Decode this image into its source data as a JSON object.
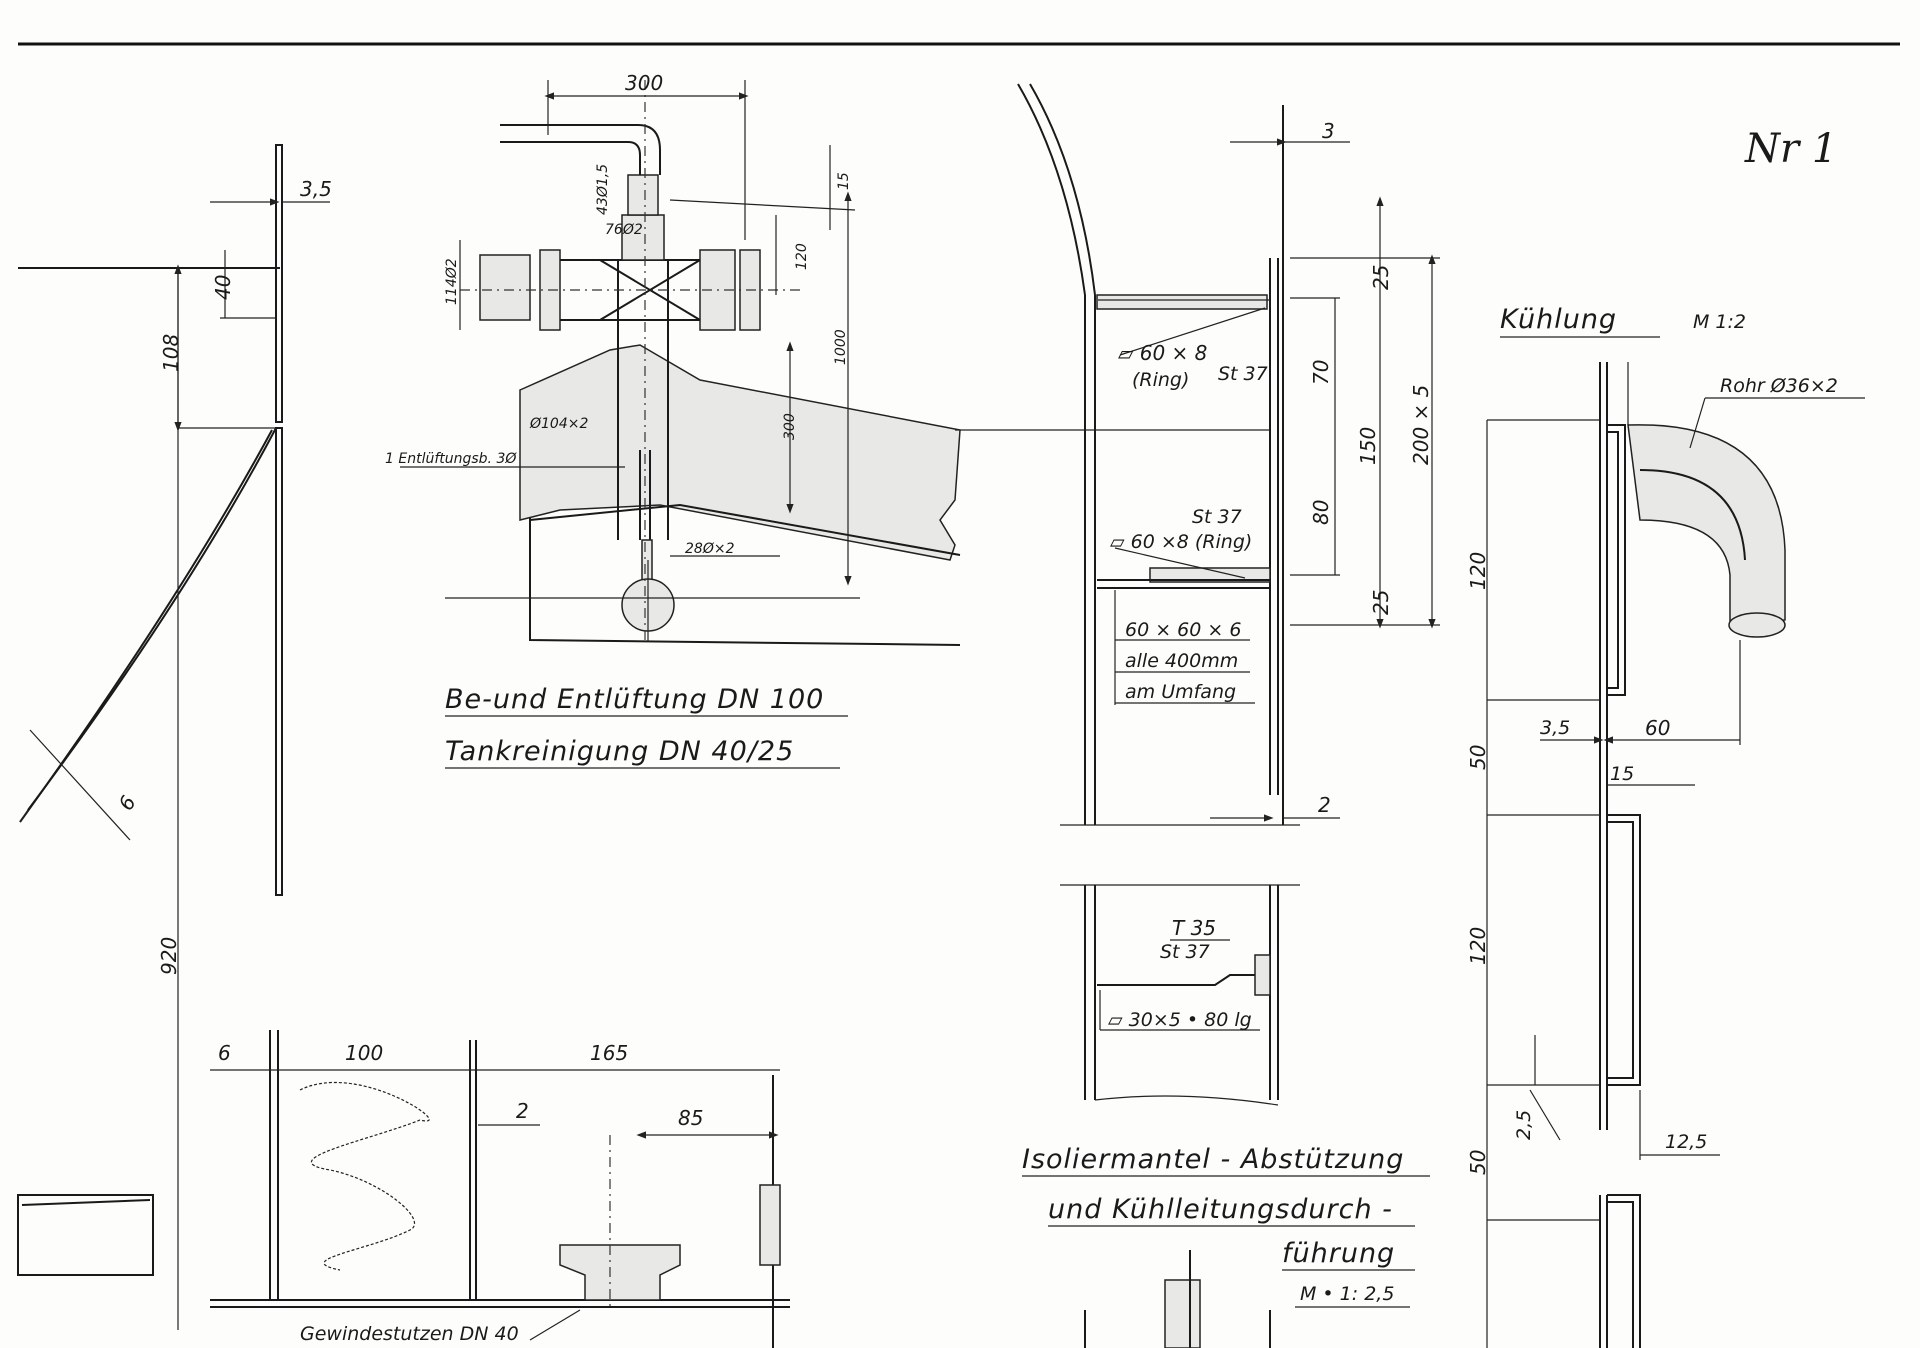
{
  "sheet": {
    "page_mark": "Nr 1"
  },
  "vent": {
    "title": "Be-und Entlüftung  DN 100",
    "subtitle": "Tankreinigung   DN 40/25",
    "dims": {
      "d300": "300",
      "d15": "15",
      "pipe43": "43Ø1,5",
      "d120": "120",
      "pipe76": "76Ø2",
      "d1000": "1000",
      "pipe114": "114Ø2",
      "d300v": "300",
      "pipe104": "Ø104×2",
      "note": "1 Entlüftungsb. 3Ø",
      "pipe28": "28Ø×2"
    }
  },
  "left_wall": {
    "d35": "3,5",
    "d40": "40",
    "d108": "108",
    "d6": "6",
    "d920": "920"
  },
  "bottom_left": {
    "d6": "6",
    "d100": "100",
    "d165": "165",
    "d2": "2",
    "d85": "85",
    "label": "Gewindestutzen DN 40"
  },
  "insulation": {
    "d3": "3",
    "d25a": "25",
    "d70": "70",
    "d150": "150",
    "d80": "80",
    "d25b": "25",
    "d200": "200 × 5",
    "ring1": "▱ 60 × 8",
    "ring1b": "(Ring)",
    "ring1c": "St 37",
    "ring2a": "St 37",
    "ring2": "▱ 60 ×8 (Ring)",
    "angle1": "60 × 60 × 6",
    "angle2": "alle 400mm",
    "angle3": "am Umfang",
    "d2": "2",
    "t35": "T 35",
    "t35b": "St 37",
    "flat": "▱ 30×5 • 80 lg",
    "title1": "Isoliermantel - Abstützung",
    "title2": "und Kühlleitungsdurch -",
    "title3": "führung",
    "scale": "M • 1: 2,5"
  },
  "cooling": {
    "title": "Kühlung",
    "scale": "M 1:2",
    "pipe": "Rohr Ø36×2",
    "d120a": "120",
    "d35": "3,5",
    "d60": "60",
    "d50a": "50",
    "d15": "15",
    "d120b": "120",
    "d25": "2,5",
    "d125": "12,5",
    "d50b": "50"
  }
}
